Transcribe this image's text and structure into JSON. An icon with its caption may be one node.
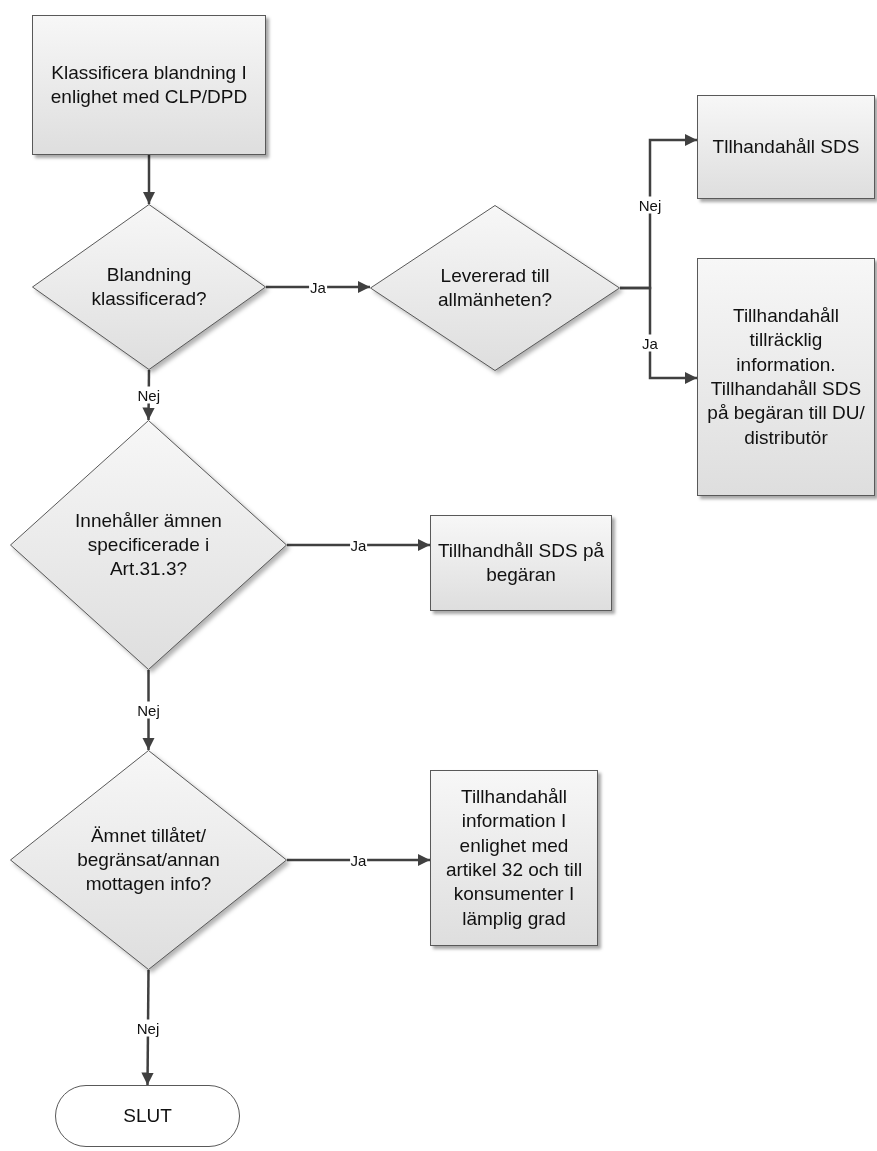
{
  "diagram": {
    "nodes": [
      {
        "text": [
          "Klassificera blandning I enlighet med CLP/DPD"
        ]
      },
      {
        "text": [
          "Blandning klassificerad?"
        ]
      },
      {
        "text": [
          "Levererad till allmänheten?"
        ]
      },
      {
        "text": [
          "Tllhandahåll SDS"
        ]
      },
      {
        "text": [
          "Tillhandahåll tillräcklig information. Tillhandahåll SDS på begäran till DU/ distributör"
        ]
      },
      {
        "text": [
          "Innehåller ämnen specificerade i Art.31.3?"
        ]
      },
      {
        "text": [
          "Tillhandhåll SDS på begäran"
        ]
      },
      {
        "text": [
          "Ämnet tillåtet/ begränsat/annan mottagen info?"
        ]
      },
      {
        "text": [
          "Tillhandahåll information I enlighet med artikel 32 och till konsumenter I lämplig grad"
        ]
      },
      {
        "text": [
          "SLUT"
        ]
      }
    ],
    "edges": [
      {
        "from": 0,
        "to": 1,
        "arrow": "to"
      },
      {
        "from": 1,
        "to": 2,
        "arrow": "to",
        "label": "Ja"
      },
      {
        "from": 1,
        "to": 5,
        "arrow": "to",
        "label": "Nej"
      },
      {
        "from": 2,
        "to": 3,
        "arrow": "to",
        "label": "Nej"
      },
      {
        "from": 2,
        "to": 4,
        "arrow": "to",
        "label": "Ja"
      },
      {
        "from": 5,
        "to": 6,
        "arrow": "to",
        "label": "Ja"
      },
      {
        "from": 5,
        "to": 7,
        "arrow": "to",
        "label": "Nej"
      },
      {
        "from": 7,
        "to": 8,
        "arrow": "to",
        "label": "Ja"
      },
      {
        "from": 7,
        "to": 9,
        "arrow": "to",
        "label": "Nej"
      }
    ]
  }
}
